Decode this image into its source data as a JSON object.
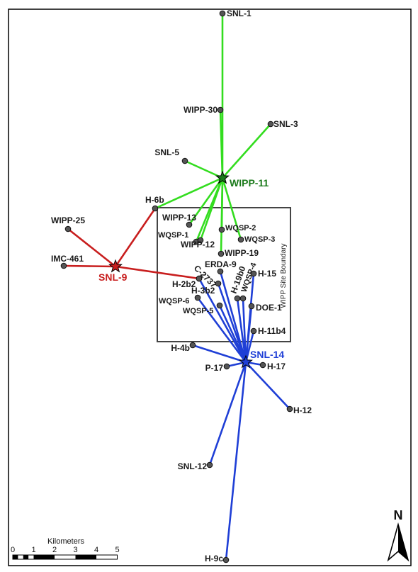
{
  "colors": {
    "green": "#33dd1f",
    "red": "#c81e1e",
    "blue": "#1f3fd6",
    "well_fill": "#555555",
    "hub_wipp11": "#1b7a1b",
    "hub_snl9": "#c81e1e",
    "hub_snl14": "#1f3fd6"
  },
  "boundary_label": "WIPP Site Boundary",
  "hubs": {
    "wipp11": {
      "label": "WIPP-11",
      "color": "green"
    },
    "snl9": {
      "label": "SNL-9",
      "color": "red"
    },
    "snl14": {
      "label": "SNL-14",
      "color": "blue"
    }
  },
  "wells": {
    "SNL-1": "SNL-1",
    "WIPP-30": "WIPP-30",
    "SNL-3": "SNL-3",
    "SNL-5": "SNL-5",
    "H-6b": "H-6b",
    "WIPP-13": "WIPP-13",
    "WQSP-1": "WQSP-1",
    "WIPP-12": "WIPP-12",
    "WQSP-2": "WQSP-2",
    "WQSP-3": "WQSP-3",
    "WIPP-19": "WIPP-19",
    "WIPP-25": "WIPP-25",
    "IMC-461": "IMC-461",
    "C-2737": "C-2737",
    "ERDA-9": "ERDA-9",
    "H-2b2": "H-2b2",
    "H-3b2": "H-3b2",
    "H-19b0": "H-19b0",
    "WQSP-4": "WQSP-4",
    "H-15": "H-15",
    "WQSP-6": "WQSP-6",
    "WQSP-5": "WQSP-5",
    "DOE-1": "DOE-1",
    "H-11b4": "H-11b4",
    "H-4b": "H-4b",
    "P-17": "P-17",
    "H-17": "H-17",
    "H-12": "H-12",
    "SNL-12": "SNL-12",
    "H-9c": "H-9c"
  },
  "connections": {
    "wipp11": [
      "SNL-1",
      "WIPP-30",
      "SNL-3",
      "SNL-5",
      "H-6b",
      "WIPP-13",
      "WQSP-1",
      "WIPP-12",
      "WQSP-2",
      "WQSP-3",
      "WIPP-19"
    ],
    "snl9": [
      "WIPP-25",
      "IMC-461",
      "H-6b",
      "H-2b2"
    ],
    "snl14": [
      "C-2737",
      "ERDA-9",
      "H-3b2",
      "H-19b0",
      "WQSP-4",
      "H-15",
      "WQSP-6",
      "WQSP-5",
      "DOE-1",
      "H-11b4",
      "H-4b",
      "P-17",
      "H-17",
      "H-12",
      "SNL-12",
      "H-9c"
    ]
  },
  "scale_bar": {
    "title": "Kilometers",
    "ticks": [
      "0",
      "1",
      "2",
      "3",
      "4",
      "5"
    ]
  },
  "north_arrow": {
    "label": "N"
  }
}
